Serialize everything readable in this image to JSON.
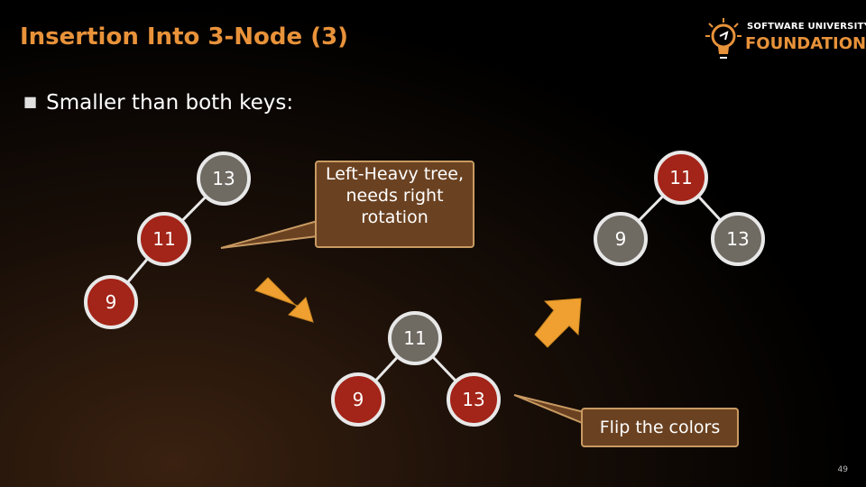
{
  "header": {
    "title": "Insertion Into 3-Node (3)",
    "logo": {
      "line1": "SOFTWARE UNIVERSITY",
      "line2": "FOUNDATION"
    }
  },
  "bullet": "Smaller than both keys:",
  "tree_before": {
    "root": "13",
    "mid": "11",
    "leaf": "9"
  },
  "tree_middle": {
    "root": "11",
    "left": "9",
    "right": "13"
  },
  "tree_after": {
    "root": "11",
    "left": "9",
    "right": "13"
  },
  "callouts": {
    "left_heavy": "Left-Heavy tree, needs right rotation",
    "flip": "Flip the colors"
  },
  "page_number": "49",
  "colors": {
    "accent": "#e8923a",
    "node_black": "#6f6a62",
    "node_red": "#a32418",
    "callout_fill": "#6b4221",
    "arrow": "#f0a030"
  }
}
